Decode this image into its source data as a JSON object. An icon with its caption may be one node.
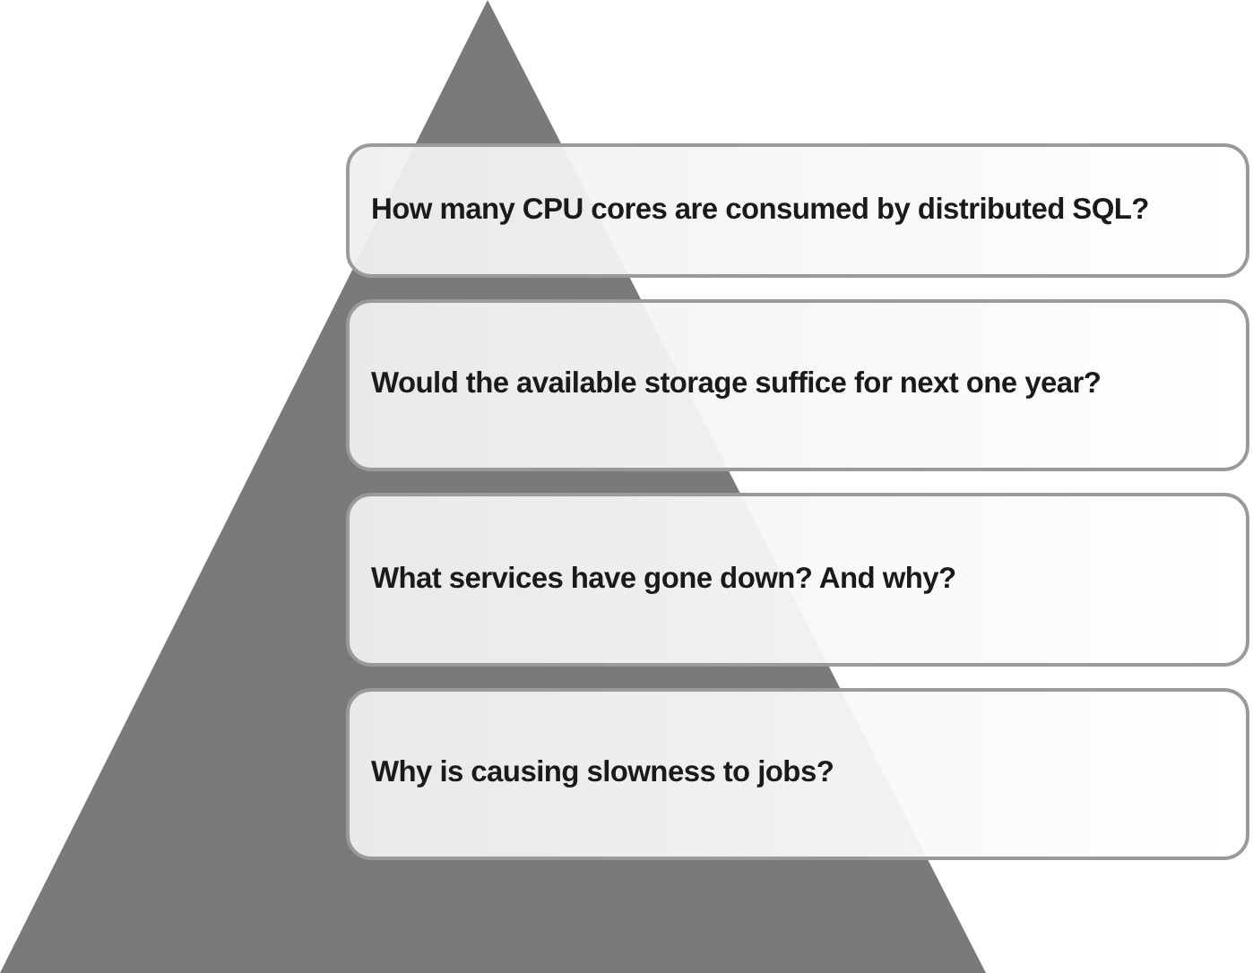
{
  "diagram": {
    "nodes": [
      {
        "text": [
          "How many CPU cores are consumed by distributed SQL?"
        ]
      },
      {
        "text": [
          "Would the available storage suffice for next one year?"
        ]
      },
      {
        "text": [
          "What services have gone down? And why?"
        ]
      },
      {
        "text": [
          "Why is causing slowness to jobs?"
        ]
      }
    ]
  }
}
